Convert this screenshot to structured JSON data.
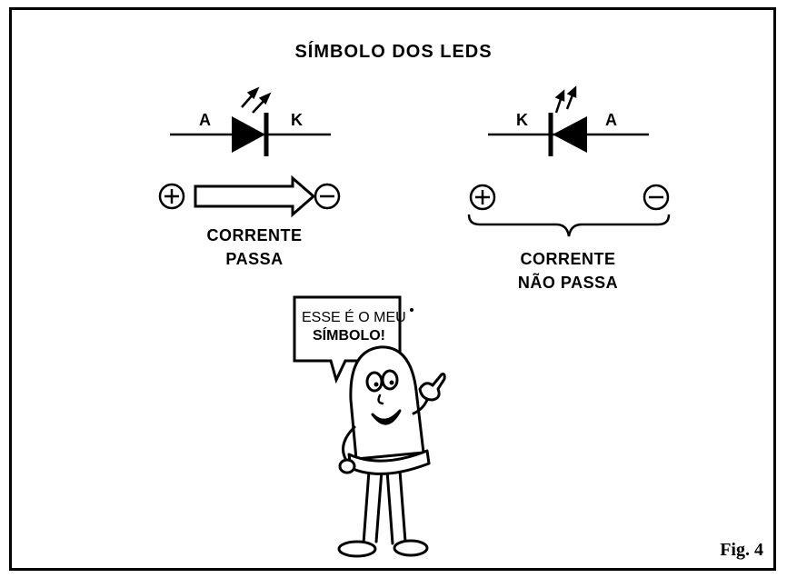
{
  "title": "SÍMBOLO DOS LEDS",
  "forward": {
    "anode": "A",
    "cathode": "K",
    "plus": "+",
    "minus": "−",
    "caption_line1": "CORRENTE",
    "caption_line2": "PASSA"
  },
  "reverse": {
    "cathode": "K",
    "anode": "A",
    "plus": "+",
    "minus": "−",
    "caption_line1": "CORRENTE",
    "caption_line2": "NÃO PASSA"
  },
  "speech": {
    "line1": "ESSE É O MEU",
    "line2": "SÍMBOLO!"
  },
  "figure_label": "Fig. 4"
}
